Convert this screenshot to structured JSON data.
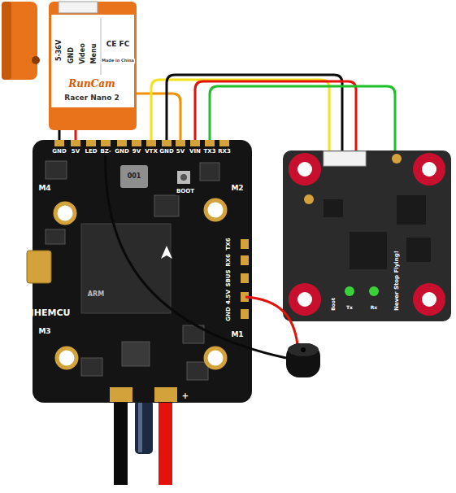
{
  "diagram": {
    "nodes": [
      {
        "text": [
          "RunCam",
          "Racer Nano 2"
        ]
      },
      {
        "text": [
          "JHEMCU"
        ]
      },
      {
        "text": [
          "Never Stop Flying!"
        ]
      }
    ],
    "edges": [
      {
        "from": 0,
        "to": 1,
        "arrow": "none"
      },
      {
        "from": 0,
        "to": 1,
        "arrow": "none"
      },
      {
        "from": 0,
        "to": 1,
        "arrow": "none"
      },
      {
        "from": 1,
        "to": 2,
        "arrow": "none"
      },
      {
        "from": 1,
        "to": 2,
        "arrow": "none"
      },
      {
        "from": 1,
        "to": 2,
        "arrow": "none"
      },
      {
        "from": 1,
        "to": 2,
        "arrow": "none"
      }
    ],
    "labels": [
      "5-36V",
      "GND",
      "Video",
      "Menu",
      "CE FC",
      "Made in China",
      "GND",
      "5V",
      "LED",
      "BZ-",
      "GND",
      "9V",
      "VTX",
      "GND",
      "5V",
      "VIN",
      "TX3",
      "RX3",
      "001",
      "BOOT",
      "M4",
      "M2",
      "M3",
      "M1",
      "ARM",
      "TX6",
      "RX6",
      "SBUS",
      "4.5V",
      "GND",
      "+",
      "Boot",
      "Tx",
      "Rx"
    ]
  }
}
